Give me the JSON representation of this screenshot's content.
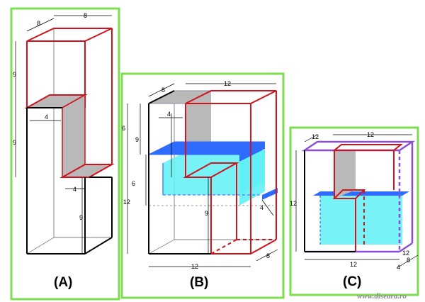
{
  "panels": [
    {
      "caption": "(A)",
      "dims": {
        "top_width": "8",
        "top_depth": "8",
        "upper_height": "9",
        "middle_height": "9",
        "lower_height": "9",
        "step_upper": "4",
        "step_lower": "4"
      }
    },
    {
      "caption": "(B)",
      "dims": {
        "top_depth": "8",
        "top_width": "12",
        "h_upper": "6",
        "h_inner": "9",
        "h_side": "12",
        "h_mid": "6",
        "step": "4",
        "h_lower": "9",
        "depth_right": "4",
        "bottom_width": "12",
        "bottom_depth": "8"
      }
    },
    {
      "caption": "(C)",
      "dims": {
        "top_depth": "12",
        "top_width": "12",
        "height": "12",
        "bottom_width": "12",
        "right_depth": "12",
        "small_a": "4",
        "small_b": "8"
      }
    }
  ],
  "watermark": "www.diseara.ro",
  "colors": {
    "frame": "#7ddc4f",
    "red": "#d0131d",
    "blue": "#2f6bff",
    "cyan": "#5ff0f5",
    "gray": "#b9b9b9",
    "purple": "#8a4fd6"
  }
}
